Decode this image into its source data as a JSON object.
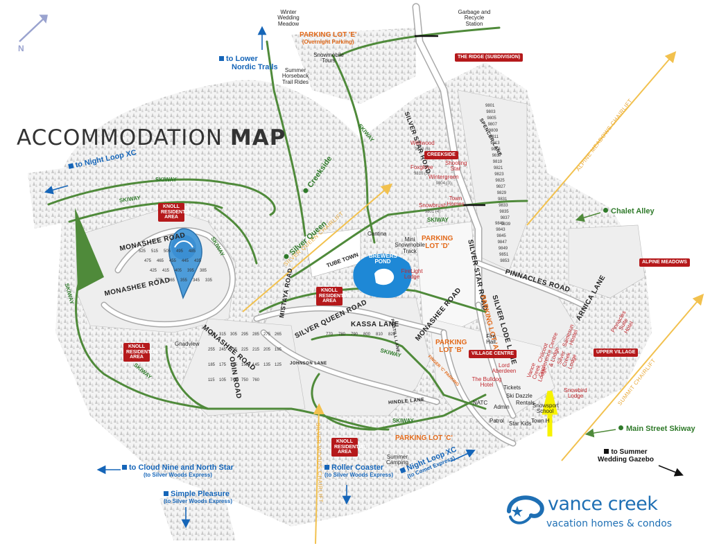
{
  "title": {
    "light": "ACCOMMODATION ",
    "bold": "MAP"
  },
  "compass": "N",
  "roads": {
    "silver_star_road_top": "SILVER STAR ROAD",
    "silver_star_road_mid": "SILVER STAR ROAD",
    "spencer_lane": "SPENCER LANE",
    "monashee_road_1": "MONASHEE ROAD",
    "monashee_road_2": "MONASHEE ROAD",
    "monashee_road_3": "MONASHEE ROAD",
    "monashee_road_east": "MONASHEE ROAD",
    "mistaya_road": "MISTAYA ROAD",
    "kassa_lane": "KASSA LANE",
    "postill_lane": "POSTILL LANE",
    "silver_queen_road": "SILVER QUEEN ROAD",
    "odin_road": "ODIN ROAD",
    "johnson_lane": "JOHNSON LANE",
    "hindle_lane": "HINDLE LANE",
    "pinnacles_road": "PINNACLES ROAD",
    "silver_lode_lane": "SILVER LODE LANE",
    "arnica_lane": "ARNICA LANE"
  },
  "skiway_labels": [
    "SKIWAY",
    "SKIWAY",
    "SKIWAY",
    "SKIWAY",
    "SKIWAY",
    "SKIWAY",
    "SKIWAY",
    "SKIWAY",
    "SKIWAY"
  ],
  "trails": {
    "creekside": "Creekside",
    "silver_queen": "Silver Queen",
    "chalet_alley": "Chalet Alley",
    "main_street_skiway": "Main Street Skiway"
  },
  "lifts": {
    "silver_queen_chairlift": "SILVER QUEEN CHAIRLIFT",
    "alpine_meadows_chairlift": "ALPINE MEADOWS CHAIRLIFT",
    "summit_chairlift": "SUMMIT CHAIRLIFT",
    "silver_woods_chairlift": "SILVER WOODS CHAIRLIFT"
  },
  "links": {
    "lower_nordic_1": "to Lower",
    "lower_nordic_2": "Nordic Trails",
    "night_loop_west": "to Night Loop XC",
    "cloud_nine": "to Cloud Nine and North Star",
    "cloud_nine_sub": "(to Silver Woods Express)",
    "simple_pleasure": "Simple Pleasure",
    "simple_pleasure_sub": "(to Silver Woods Express)",
    "roller_coaster": "Roller Coaster",
    "roller_coaster_sub": "(to Silver Woods Express)",
    "night_loop_south": "Night Loop XC",
    "night_loop_south_sub": "(to Comet Express)",
    "summer_gazebo_1": "to Summer",
    "summer_gazebo_2": "Wedding Gazebo"
  },
  "parking": {
    "lot_e": "PARKING LOT 'E'",
    "lot_e_sub": "(Overnight Parking)",
    "lot_d_1": "PARKING",
    "lot_d_2": "LOT 'D'",
    "lot_a": "PARKING LOT 'A'",
    "lot_b_1": "PARKING",
    "lot_b_2": "LOT 'B'",
    "lot_c": "PARKING LOT 'C'",
    "finger_c": "FINGER 'C' PARKING"
  },
  "boxes": {
    "the_ridge": "THE RIDGE (SUBDIVISION)",
    "creekside": "CREEKSIDE",
    "knoll_1": "KNOLL RESIDENTIAL AREA",
    "knoll_2": "KNOLL RESIDENTIAL AREA",
    "knoll_3": "KNOLL RESIDENTIAL AREA",
    "knoll_4": "KNOLL RESIDENTIAL AREA",
    "alpine_meadows": "ALPINE MEADOWS",
    "upper_village": "UPPER VILLAGE",
    "village_centre": "VILLAGE CENTRE"
  },
  "places": {
    "winter_wedding": "Winter Wedding Meadow",
    "garbage": "Garbage and Recycle Station",
    "snowmobile_tours": "Snowmobile Tours",
    "summer_horseback": "Summer Horseback Trail Rides",
    "tube_town": "TUBE TOWN",
    "cantina": "Cantina",
    "mini_snowmobile": "Mini Snowmobile Track",
    "brewers_pond": "BREWERS POND",
    "gnadview": "Gnadview",
    "fire_hall": "Fire Hall",
    "tickets": "Tickets",
    "ski_dazzle": "Ski Dazzle",
    "rentals": "Rentals",
    "snowsport_school": "Snowsport School",
    "town_hall": "Town H",
    "admin": "Admin",
    "natc": "NATC",
    "patrol": "Patrol",
    "star_kids": "Star Kids",
    "summer_camping": "Summer Camping"
  },
  "lodges": {
    "wildwood": "Wildwood",
    "wildwood_num": "9812 (6)",
    "foxglove": "Foxglove",
    "foxglove_num": "9810 (5)",
    "shooting_star": "Shooting Star",
    "wintergreen": "Wintergreen",
    "wintergreen_num": "9804 (3)",
    "town_homes": "Town Homes",
    "snowbrush": "Snowbrush",
    "snowbrush_num": "9801 (4)",
    "firelight": "FireLight Lodge",
    "lord_aberdeen": "Lord Aberdeen",
    "bulldog": "The Bulldog Hotel",
    "vance_creek": "Vance Creek Lodge",
    "chilcoot": "Chilcoot Conference Centre & Lodge",
    "silver_creek": "Silver Creek Lodge",
    "samesun": "Samesun Hostel",
    "snowbird": "Snowbird Lodge",
    "pinnacles_suite": "Pinnacles Suite Hotel"
  },
  "lot_numbers": [
    "9801",
    "9803",
    "9805",
    "9807",
    "9809",
    "9811",
    "9813",
    "9815",
    "9817",
    "9819",
    "9821",
    "9823",
    "9825",
    "9827",
    "9829",
    "9831",
    "9833",
    "9835",
    "9837",
    "9839",
    "9841",
    "9843",
    "9845",
    "9847",
    "9849",
    "9851",
    "9853",
    "525",
    "515",
    "505",
    "495",
    "485",
    "475",
    "465",
    "455",
    "445",
    "435",
    "425",
    "415",
    "405",
    "395",
    "385",
    "375",
    "365",
    "355",
    "345",
    "335",
    "325",
    "315",
    "305",
    "295",
    "285",
    "275",
    "265",
    "255",
    "245",
    "235",
    "225",
    "215",
    "205",
    "195",
    "185",
    "175",
    "165",
    "155",
    "145",
    "135",
    "125",
    "115",
    "105",
    "740",
    "750",
    "760",
    "770",
    "780",
    "790",
    "800",
    "810",
    "820"
  ],
  "logo": {
    "brand": "vance creek",
    "tagline": "vacation homes & condos"
  },
  "colors": {
    "trail_green": "#4f8a3a",
    "box_red": "#b5191b",
    "link_blue": "#1565b8",
    "lift_yellow": "#f2c14e",
    "parking_orange": "#e36a1a",
    "pond_blue": "#1e88d6",
    "highlight_yellow": "#f7f200"
  }
}
